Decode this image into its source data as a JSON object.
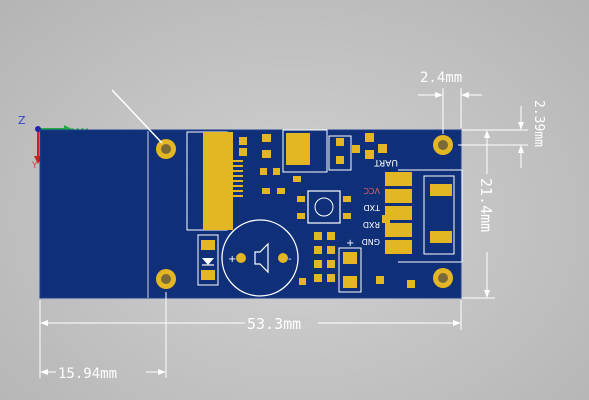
{
  "dimensions": {
    "width_total": "53.3mm",
    "height_total": "21.4mm",
    "hole_offset_x": "15.94mm",
    "hole_offset_top": "2.4mm",
    "hole_offset_side": "2.39mm"
  },
  "silkscreen": {
    "uart": "UART",
    "vcc": "VCC",
    "txd": "TXD",
    "rxd": "RXD",
    "gnd": "GND",
    "plus": "+",
    "minus": "-"
  },
  "axis": {
    "z": "Z",
    "y": "Y"
  },
  "colors": {
    "board": "#0f2f78",
    "board_edge": "#1c3f8c",
    "copper": "#e3b623",
    "silkscreen": "#ffffff",
    "background": "#c6c6c6"
  }
}
